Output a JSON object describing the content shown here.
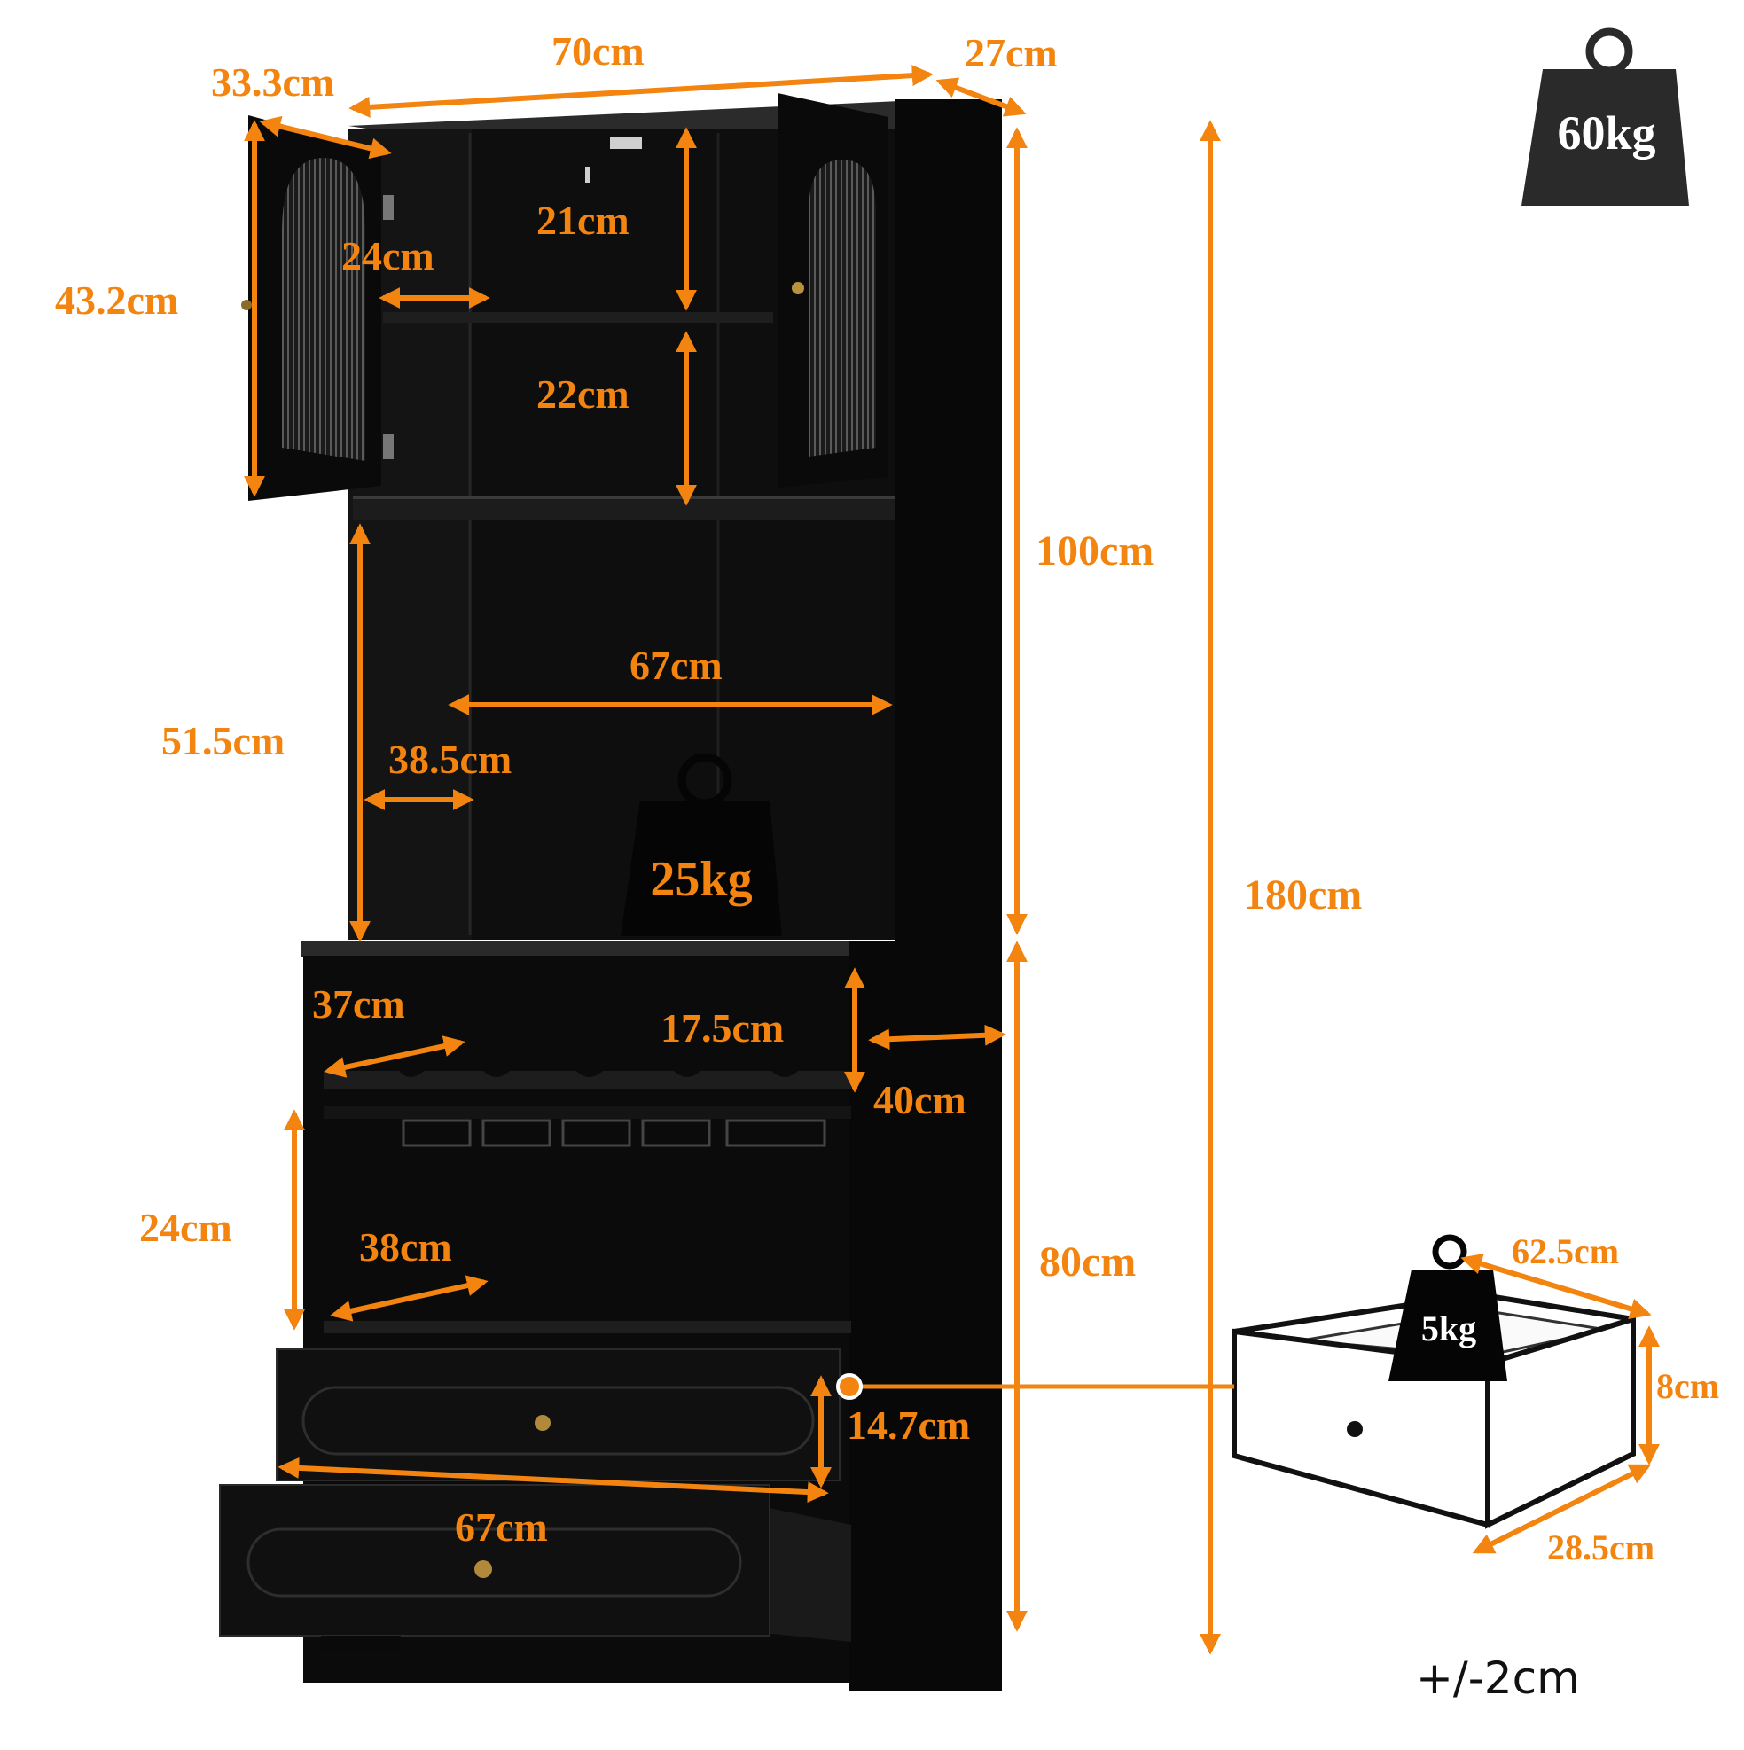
{
  "dimensions": {
    "width": "70cm",
    "depth": "27cm",
    "door_width": "33.3cm",
    "door_height": "43.2cm",
    "top_compartment_upper": "21cm",
    "top_compartment_lower": "22cm",
    "top_shelf_depth": "24cm",
    "upper_total_height": "100cm",
    "total_height": "180cm",
    "open_shelf_width": "67cm",
    "open_shelf_height": "51.5cm",
    "open_shelf_depth": "38.5cm",
    "wine_rack_depth": "37cm",
    "wine_rack_height": "17.5cm",
    "base_depth": "40cm",
    "lower_shelf_height": "24cm",
    "lower_shelf_depth": "38cm",
    "lower_total_height": "80cm",
    "drawer_front_height": "14.7cm",
    "drawer_width": "67cm",
    "drawer_inner_width": "62.5cm",
    "drawer_inner_height": "8cm",
    "drawer_inner_depth": "28.5cm"
  },
  "loads": {
    "total": "60kg",
    "shelf": "25kg",
    "drawer": "5kg"
  },
  "tolerance": "+/-2cm",
  "colors": {
    "accent": "#f2840f",
    "cabinet": "#0b0b0b",
    "weight_icon": "#2a2a2a"
  }
}
